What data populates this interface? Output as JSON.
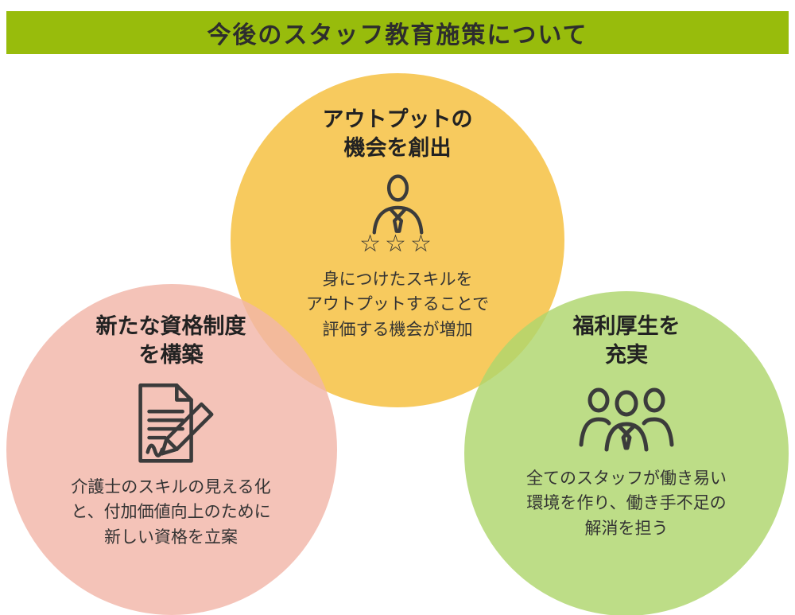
{
  "header": {
    "title": "今後のスタッフ教育施策について"
  },
  "colors": {
    "header_bg": "#98BC0C",
    "circle_yellow": "#F5BE3B",
    "circle_pink": "#F2B6A8",
    "circle_green": "#AFD56C"
  },
  "icons": {
    "stars": "☆☆☆"
  },
  "circles": {
    "output": {
      "title": "アウトプットの\n機会を創出",
      "body": "身につけたスキルを\nアウトプットすることで\n評価する機会が増加"
    },
    "qualification": {
      "title": "新たな資格制度\nを構築",
      "body": "介護士のスキルの見える化\nと、付加価値向上のために\n新しい資格を立案"
    },
    "welfare": {
      "title": "福利厚生を\n充実",
      "body": "全てのスタッフが働き易い\n環境を作り、働き手不足の\n解消を担う"
    }
  }
}
